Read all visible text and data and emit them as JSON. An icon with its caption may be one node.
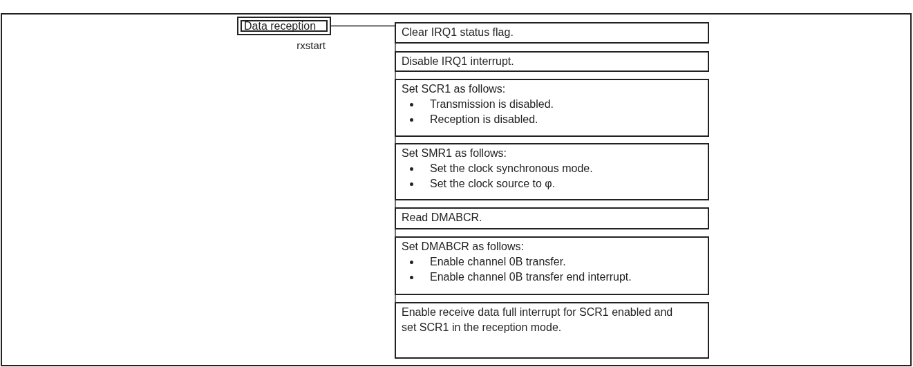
{
  "diagram": {
    "nodes": [
      {
        "text": [
          "Data reception"
        ],
        "beside": [
          "rxstart"
        ]
      },
      {
        "text": [
          "Clear IRQ1 status flag."
        ]
      },
      {
        "text": [
          "Disable IRQ1 interrupt."
        ]
      },
      {
        "text": [
          "Set SCR1 as follows:",
          "Transmission is disabled.",
          "Reception is disabled."
        ]
      },
      {
        "text": [
          "Set SMR1 as follows:",
          "Set the clock synchronous mode.",
          "Set the clock source to φ."
        ]
      },
      {
        "text": [
          "Read DMABCR."
        ]
      },
      {
        "text": [
          "Set DMABCR as follows:",
          "Enable channel 0B transfer.",
          "Enable channel 0B transfer end interrupt."
        ]
      },
      {
        "text": [
          "Enable receive data full interrupt for SCR1 enabled and set SCR1 in the reception mode."
        ]
      }
    ],
    "edges": [
      {
        "from": 0,
        "to": 1,
        "arrow": "none"
      },
      {
        "from": 1,
        "to": 2,
        "arrow": "none"
      },
      {
        "from": 2,
        "to": 3,
        "arrow": "none"
      },
      {
        "from": 3,
        "to": 4,
        "arrow": "none"
      },
      {
        "from": 4,
        "to": 5,
        "arrow": "none"
      },
      {
        "from": 5,
        "to": 6,
        "arrow": "none"
      },
      {
        "from": 6,
        "to": 7,
        "arrow": "none"
      }
    ]
  }
}
